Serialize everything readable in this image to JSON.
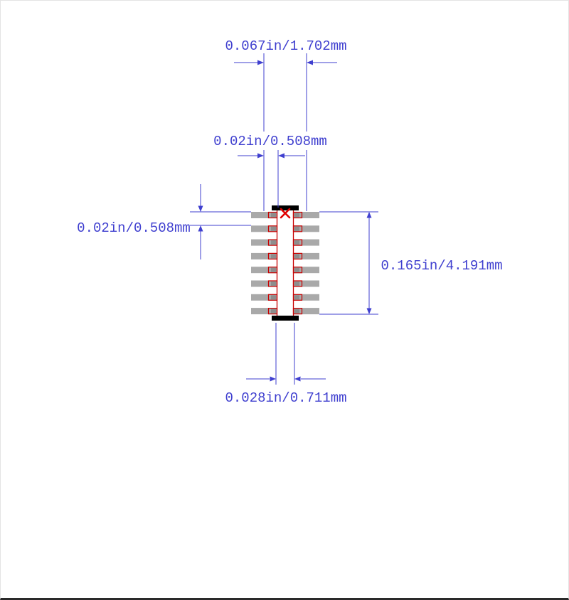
{
  "diagram": {
    "pads_per_side": 8,
    "dimensions": {
      "top_width": "0.067in/1.702mm",
      "inner_width": "0.02in/0.508mm",
      "left_pitch": "0.02in/0.508mm",
      "right_height": "0.165in/4.191mm",
      "bottom_width": "0.028in/0.711mm"
    },
    "colors": {
      "dimension_blue": "#3f3fcf",
      "outline_red": "#c80000",
      "marker_red": "#e00000",
      "pad_gray": "#a9a9a9",
      "pad_dot_gray": "#8d8d8d",
      "bar_black": "#000000",
      "background": "#ffffff"
    }
  }
}
